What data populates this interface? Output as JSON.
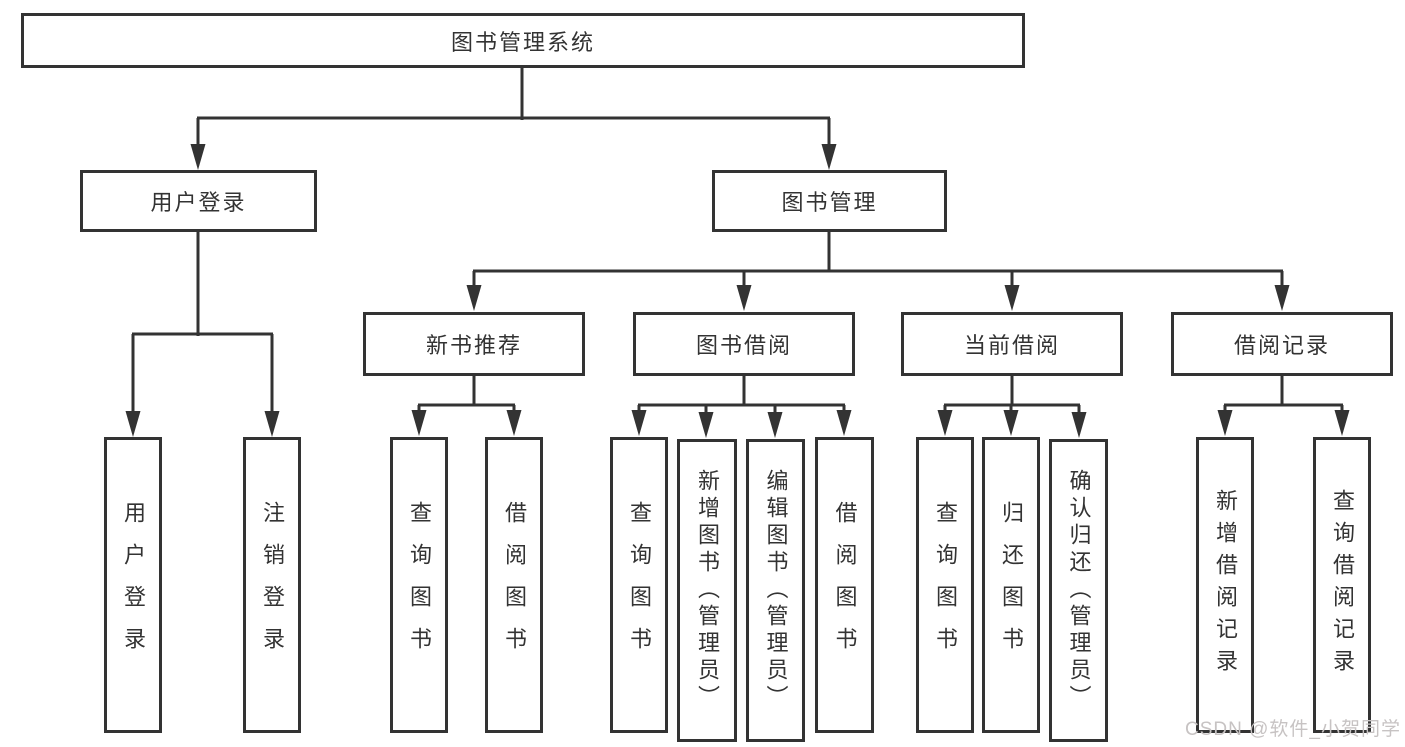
{
  "diagram": {
    "root": {
      "label": "图书管理系统"
    },
    "level1": [
      {
        "label": "用户登录"
      },
      {
        "label": "图书管理"
      }
    ],
    "level2": [
      {
        "label": "新书推荐"
      },
      {
        "label": "图书借阅"
      },
      {
        "label": "当前借阅"
      },
      {
        "label": "借阅记录"
      }
    ],
    "leaves": {
      "user_login": [
        {
          "label": "用户登录"
        },
        {
          "label": "注销登录"
        }
      ],
      "new_book": [
        {
          "label": "查询图书"
        },
        {
          "label": "借阅图书"
        }
      ],
      "book_borrow": [
        {
          "label": "查询图书"
        },
        {
          "label": "新增图书（管理员）"
        },
        {
          "label": "编辑图书（管理员）"
        },
        {
          "label": "借阅图书"
        }
      ],
      "current_borrow": [
        {
          "label": "查询图书"
        },
        {
          "label": "归还图书"
        },
        {
          "label": "确认归还（管理员）"
        }
      ],
      "records": [
        {
          "label": "新增借阅记录"
        },
        {
          "label": "查询借阅记录"
        }
      ]
    }
  },
  "watermark": {
    "text": "CSDN @软件_小贺同学"
  },
  "colors": {
    "line": "#333333",
    "text": "#333333",
    "watermark": "#c7c3c3",
    "background": "#ffffff"
  }
}
